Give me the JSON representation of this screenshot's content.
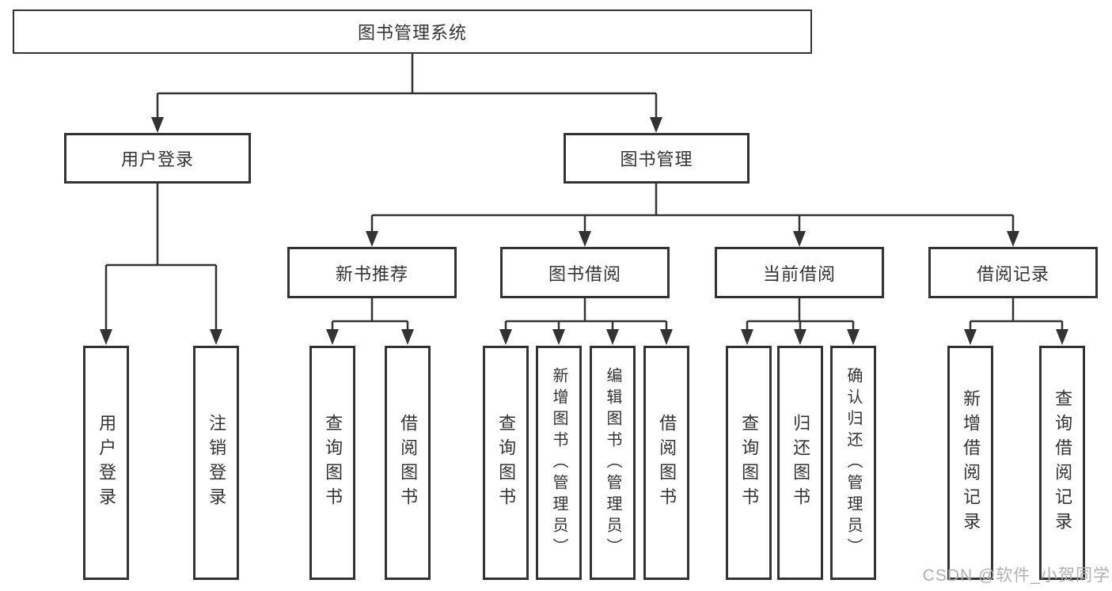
{
  "diagram": {
    "watermark": "CSDN @软件_小贺同学",
    "colors": {
      "line": "#333333",
      "text": "#333333",
      "box_background": "#ffffff",
      "watermark": "#b0b0b0"
    },
    "root": {
      "label": "图书管理系统",
      "children": [
        {
          "label": "用户登录",
          "children": [
            {
              "label": "用户登录"
            },
            {
              "label": "注销登录"
            }
          ]
        },
        {
          "label": "图书管理",
          "children": [
            {
              "label": "新书推荐",
              "children": [
                {
                  "label": "查询图书"
                },
                {
                  "label": "借阅图书"
                }
              ]
            },
            {
              "label": "图书借阅",
              "children": [
                {
                  "label": "查询图书"
                },
                {
                  "label": "新增图书（管理员）"
                },
                {
                  "label": "编辑图书（管理员）"
                },
                {
                  "label": "借阅图书"
                }
              ]
            },
            {
              "label": "当前借阅",
              "children": [
                {
                  "label": "查询图书"
                },
                {
                  "label": "归还图书"
                },
                {
                  "label": "确认归还（管理员）"
                }
              ]
            },
            {
              "label": "借阅记录",
              "children": [
                {
                  "label": "新增借阅记录"
                },
                {
                  "label": "查询借阅记录"
                }
              ]
            }
          ]
        }
      ]
    }
  }
}
